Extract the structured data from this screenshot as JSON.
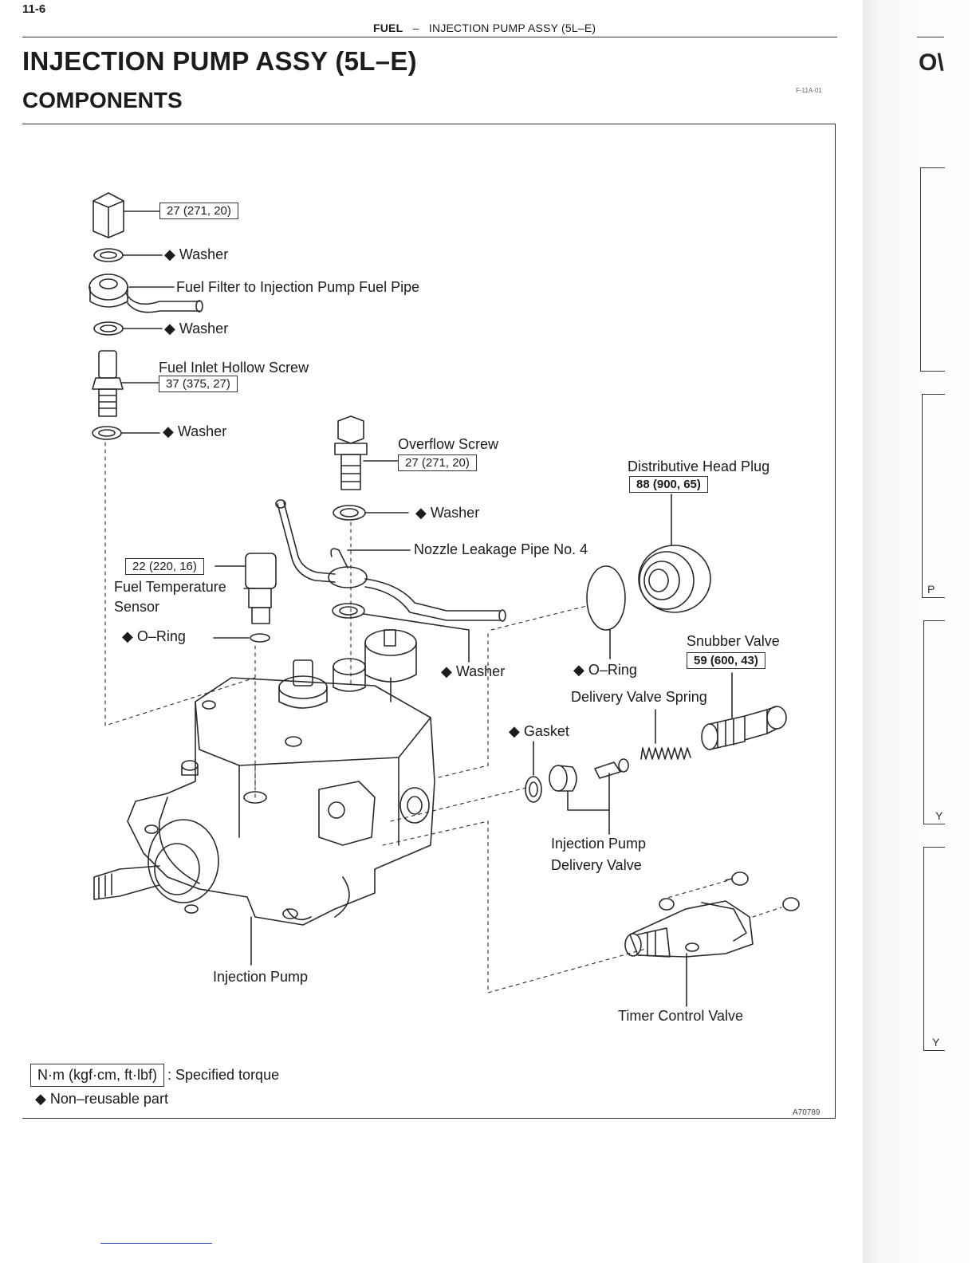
{
  "page_number": "11-6",
  "running_header": {
    "section": "FUEL",
    "sep": "–",
    "subject": "INJECTION PUMP ASSY (5L–E)"
  },
  "title": "INJECTION PUMP ASSY (5L–E)",
  "subtitle": "COMPONENTS",
  "code_top_right": "F-11A-01",
  "figure_code": "A70789",
  "labels": {
    "union_nut_torque": "27 (271, 20)",
    "washer1": "◆ Washer",
    "fuel_pipe": "Fuel Filter to Injection Pump Fuel Pipe",
    "washer2": "◆ Washer",
    "inlet_screw": "Fuel Inlet Hollow Screw",
    "inlet_screw_torque": "37 (375, 27)",
    "washer3": "◆ Washer",
    "overflow_screw": "Overflow Screw",
    "overflow_torque": "27 (271, 20)",
    "washer4": "◆ Washer",
    "dist_head_plug": "Distributive Head Plug",
    "dist_head_torque": "88 (900, 65)",
    "nozzle_pipe": "Nozzle Leakage Pipe No. 4",
    "sensor_torque": "22 (220, 16)",
    "sensor_line1": "Fuel Temperature",
    "sensor_line2": "Sensor",
    "oring1": "◆ O–Ring",
    "washer5": "◆ Washer",
    "oring2": "◆ O–Ring",
    "snubber": "Snubber Valve",
    "snubber_torque": "59 (600, 43)",
    "delivery_spring": "Delivery Valve Spring",
    "gasket": "◆ Gasket",
    "delivery_valve_line1": "Injection Pump",
    "delivery_valve_line2": "Delivery Valve",
    "injection_pump": "Injection Pump",
    "timer_valve": "Timer Control Valve"
  },
  "legend": {
    "torque_unit": "N·m (kgf·cm, ft·lbf)",
    "torque_text": ": Specified torque",
    "nonreusable": "◆ Non–reusable part"
  },
  "next_page": {
    "title_fragment": "O\\",
    "letters": [
      "P",
      "Y",
      "Y"
    ]
  }
}
